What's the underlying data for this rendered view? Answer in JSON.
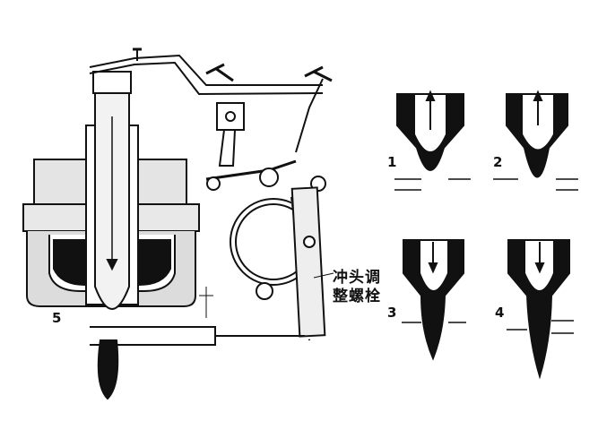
{
  "annotation": {
    "line1": "冲头调",
    "line2": "整螺栓"
  },
  "stage_labels": [
    "1",
    "2",
    "3",
    "4",
    "5"
  ],
  "colors": {
    "ink": "#111111",
    "paper": "#ffffff",
    "refractory": "#dcdcdc"
  }
}
